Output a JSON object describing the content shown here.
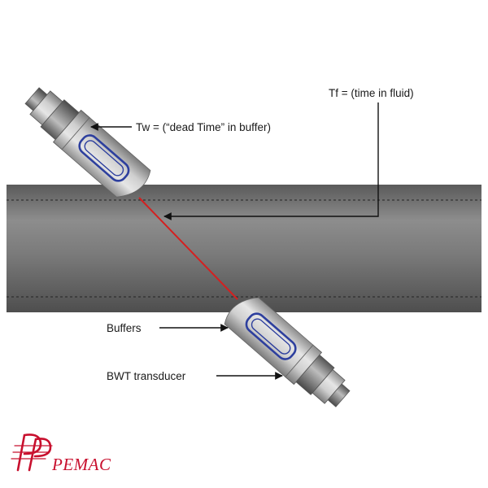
{
  "labels": {
    "tf": "Tf = (time in fluid)",
    "tw": "Tw = (“dead Time” in buffer)",
    "buffers": "Buffers",
    "transducer": "BWT transducer"
  },
  "logo": {
    "text": "PEMAC",
    "mark": "PP"
  },
  "colors": {
    "pipe": "#6f6f6f",
    "pipe_highlight": "#9a9a9a",
    "beam": "#d42020",
    "coil": "#2d3f9e",
    "logo": "#c8102e"
  }
}
